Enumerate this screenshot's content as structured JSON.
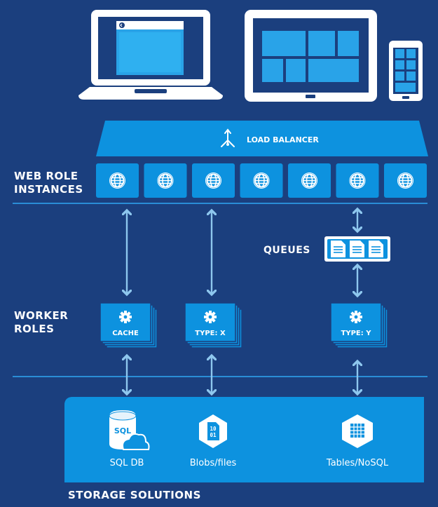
{
  "load_balancer": {
    "label": "LOAD BALANCER",
    "icon": "load-balancer-icon"
  },
  "web_roles": {
    "label": "WEB ROLE\nINSTANCES",
    "instances": [
      {
        "icon": "globe-icon"
      },
      {
        "icon": "globe-icon"
      },
      {
        "icon": "globe-icon"
      },
      {
        "icon": "globe-icon"
      },
      {
        "icon": "globe-icon"
      },
      {
        "icon": "globe-icon"
      },
      {
        "icon": "globe-icon"
      }
    ]
  },
  "queues": {
    "label": "QUEUES",
    "icon": "document-icon"
  },
  "worker_roles": {
    "label": "WORKER\nROLES",
    "items": [
      {
        "label": "CACHE",
        "icon": "gear-icon"
      },
      {
        "label": "TYPE: X",
        "icon": "gear-icon"
      },
      {
        "label": "TYPE: Y",
        "icon": "gear-icon"
      }
    ]
  },
  "storage": {
    "label": "STORAGE SOLUTIONS",
    "items": [
      {
        "label": "SQL DB",
        "badge": "SQL",
        "icon": "sql-db-icon"
      },
      {
        "label": "Blobs/files",
        "badge": "10\n01",
        "icon": "blob-file-icon"
      },
      {
        "label": "Tables/NoSQL",
        "icon": "table-icon"
      }
    ]
  },
  "colors": {
    "background": "#1b3f7e",
    "accent": "#0d92df",
    "arrow": "#8ec7ee",
    "device_frame": "#ffffff",
    "screen": "#29a3e8"
  }
}
